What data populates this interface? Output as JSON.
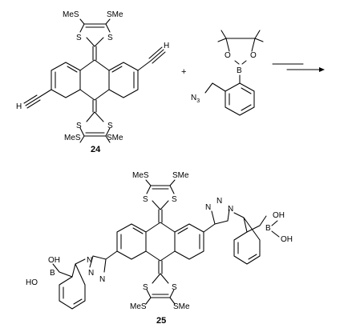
{
  "scheme": {
    "plus_sign": "+",
    "compound_24": {
      "number": "24",
      "substituent_top_left": "MeS",
      "substituent_top_right": "SMe",
      "substituent_bottom_left": "MeS",
      "substituent_bottom_right": "SMe",
      "ring_sulfur": "S",
      "alkyne_terminal_h": "H"
    },
    "reagent": {
      "oxygen": "O",
      "boron": "B",
      "azide": "N",
      "azide_subscript": "3"
    },
    "compound_25": {
      "number": "25",
      "substituent_top_left": "MeS",
      "substituent_top_right": "SMe",
      "substituent_bottom_left": "MeS",
      "substituent_bottom_right": "SMe",
      "ring_sulfur": "S",
      "triazole_nitrogen": "N",
      "boron": "B",
      "hydroxyl_prefix": "HO",
      "hydroxyl_suffix": "OH"
    }
  }
}
